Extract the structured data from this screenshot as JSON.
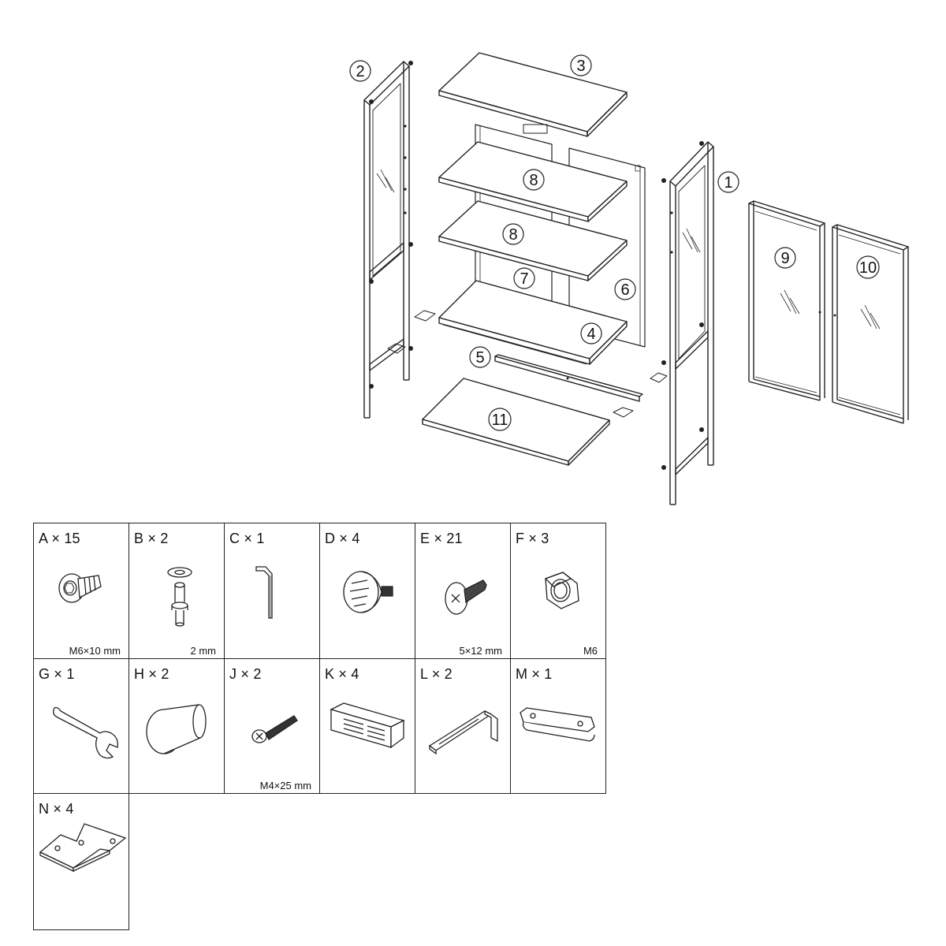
{
  "parts": [
    {
      "id": "1",
      "label": "1"
    },
    {
      "id": "2",
      "label": "2"
    },
    {
      "id": "3",
      "label": "3"
    },
    {
      "id": "4",
      "label": "4"
    },
    {
      "id": "5",
      "label": "5"
    },
    {
      "id": "6",
      "label": "6"
    },
    {
      "id": "7",
      "label": "7"
    },
    {
      "id": "8a",
      "label": "8"
    },
    {
      "id": "8b",
      "label": "8"
    },
    {
      "id": "9",
      "label": "9"
    },
    {
      "id": "10",
      "label": "10"
    },
    {
      "id": "11",
      "label": "11"
    }
  ],
  "hardware": [
    {
      "letter": "A",
      "label": "A × 15",
      "spec": "M6×10 mm",
      "icon": "flange-bolt-icon"
    },
    {
      "letter": "B",
      "label": "B × 2",
      "spec": "2 mm",
      "icon": "shelf-pin-icon"
    },
    {
      "letter": "C",
      "label": "C × 1",
      "spec": "",
      "icon": "allen-key-icon"
    },
    {
      "letter": "D",
      "label": "D × 4",
      "spec": "",
      "icon": "adjustable-foot-icon"
    },
    {
      "letter": "E",
      "label": "E × 21",
      "spec": "5×12 mm",
      "icon": "wood-screw-icon"
    },
    {
      "letter": "F",
      "label": "F × 3",
      "spec": "M6",
      "icon": "hex-nut-icon"
    },
    {
      "letter": "G",
      "label": "G × 1",
      "spec": "",
      "icon": "wrench-icon"
    },
    {
      "letter": "H",
      "label": "H × 2",
      "spec": "",
      "icon": "knob-icon"
    },
    {
      "letter": "J",
      "label": "J × 2",
      "spec": "M4×25 mm",
      "icon": "machine-screw-icon"
    },
    {
      "letter": "K",
      "label": "K × 4",
      "spec": "",
      "icon": "magnetic-catch-icon"
    },
    {
      "letter": "L",
      "label": "L × 2",
      "spec": "",
      "icon": "l-bracket-icon"
    },
    {
      "letter": "M",
      "label": "M × 1",
      "spec": "",
      "icon": "mounting-plate-icon"
    },
    {
      "letter": "N",
      "label": "N × 4",
      "spec": "",
      "icon": "corner-plate-icon"
    }
  ]
}
